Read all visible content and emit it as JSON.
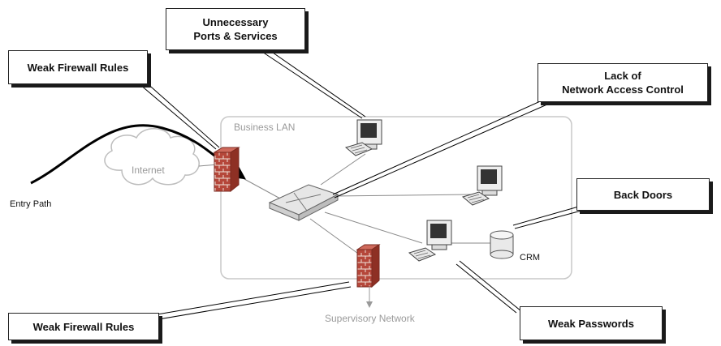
{
  "callouts": {
    "unnecessary_ports_line1": "Unnecessary",
    "unnecessary_ports_line2": "Ports & Services",
    "weak_firewall_top": "Weak Firewall Rules",
    "lack_nac_line1": "Lack of",
    "lack_nac_line2": "Network Access Control",
    "back_doors": "Back Doors",
    "weak_passwords": "Weak Passwords",
    "weak_firewall_bottom": "Weak Firewall Rules"
  },
  "labels": {
    "business_lan": "Business LAN",
    "internet": "Internet",
    "entry_path": "Entry Path",
    "crm": "CRM",
    "supervisory_network": "Supervisory Network"
  },
  "colors": {
    "callout_shadow": "#1a1a1a",
    "lan_border": "#c8c8c8",
    "firewall_brick": "#b5473a",
    "gray_text": "#9a9a9a"
  }
}
